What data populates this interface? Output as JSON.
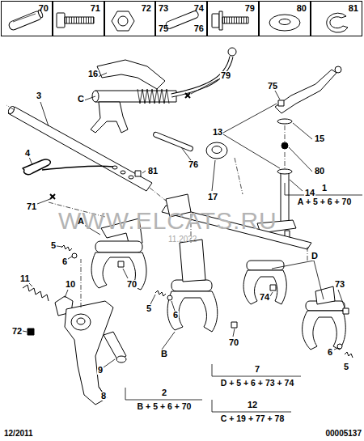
{
  "diagram": {
    "nodes": [
      {
        "text": [
          "70"
        ]
      },
      {
        "text": [
          "71"
        ]
      },
      {
        "text": [
          "72"
        ]
      },
      {
        "text": [
          "73",
          "74",
          "75",
          "76"
        ]
      },
      {
        "text": [
          "79"
        ]
      },
      {
        "text": [
          "80"
        ]
      },
      {
        "text": [
          "81"
        ]
      }
    ],
    "labels": [
      "16",
      "79",
      "3",
      "C",
      "75",
      "13",
      "15",
      "80",
      "14",
      "76",
      "17",
      "4",
      "81",
      "71",
      "1",
      "A + 5 + 6 + 70",
      "A",
      "5",
      "6",
      "70",
      "D",
      "11",
      "10",
      "72",
      "5",
      "6",
      "74",
      "73",
      "70",
      "6",
      "5",
      "9",
      "B",
      "7",
      "D + 5 + 6 + 73 + 74",
      "8",
      "2",
      "B + 5 + 6 + 70",
      "12",
      "C + 19 + 77 + 78",
      "12/2011",
      "00005137",
      "WWW.ELCATS.RU",
      "11.2022"
    ]
  }
}
